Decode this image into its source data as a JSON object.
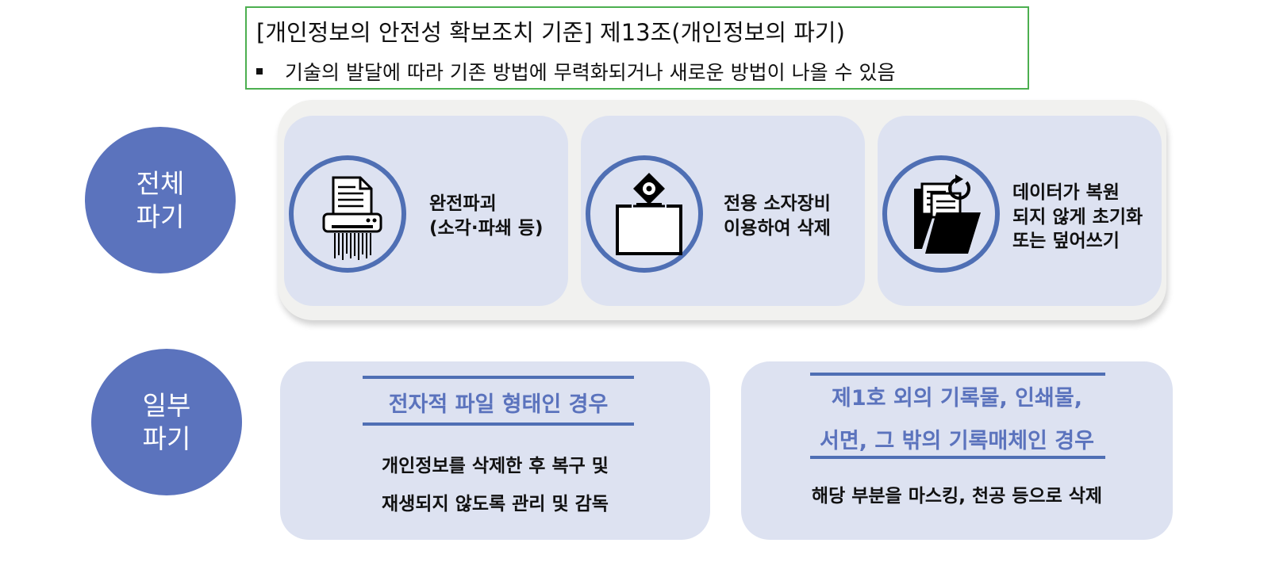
{
  "header": {
    "title": "[개인정보의 안전성 확보조치 기준] 제13조(개인정보의 파기)",
    "bullet": "기술의 발달에 따라 기존 방법에 무력화되거나 새로운 방법이 나올 수 있음"
  },
  "full_destruction": {
    "label_line1": "전체",
    "label_line2": "파기",
    "methods": [
      {
        "icon": "shredder-icon",
        "line1": "완전파괴",
        "line2": "(소각·파쇄 등)"
      },
      {
        "icon": "degausser-box-icon",
        "line1": "전용 소자장비",
        "line2": "이용하여 삭제"
      },
      {
        "icon": "folder-reset-icon",
        "line1": "데이터가 복원",
        "line2": "되지 않게 초기화",
        "line3": "또는 덮어쓰기"
      }
    ]
  },
  "partial_destruction": {
    "label_line1": "일부",
    "label_line2": "파기",
    "cases": [
      {
        "title": "전자적 파일 형태인 경우",
        "body_line1": "개인정보를 삭제한 후 복구 및",
        "body_line2": "재생되지 않도록 관리 및 감독"
      },
      {
        "title_line1": "제1호 외의 기록물, 인쇄물,",
        "title_line2": "서면, 그 밖의 기록매체인 경우",
        "body_line1": "해당 부분을 마스킹, 천공 등으로 삭제"
      }
    ]
  },
  "colors": {
    "accent_blue": "#5b73bd",
    "ring_blue": "#4f6fb4",
    "card_bg": "#dde2f1",
    "header_border": "#4caf50"
  }
}
